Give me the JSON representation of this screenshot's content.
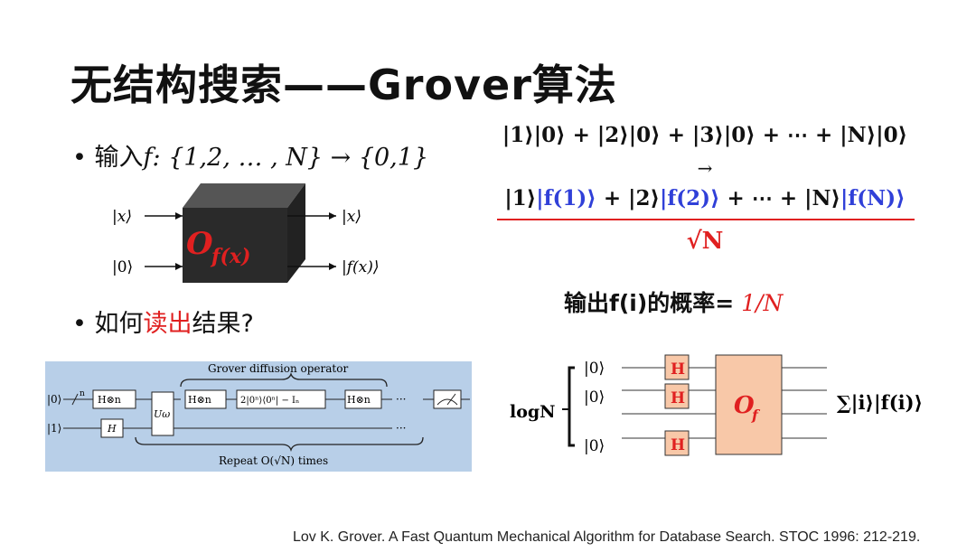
{
  "slide": {
    "title": "无结构搜索——Grover算法",
    "bullet1": {
      "text": "输入",
      "math": "f: {1,2, … , N}  → {0,1}"
    },
    "bullet2": {
      "prefix": "如何",
      "highlight": "读出",
      "suffix": "结果?"
    },
    "oracle_box": {
      "label": "O",
      "sub": "f(x)",
      "in_top": "|x⟩",
      "in_bottom": "|0⟩",
      "out_top": "|x⟩",
      "out_bottom": "|f(x)⟩"
    },
    "formula": {
      "line1": "|1⟩|0⟩ + |2⟩|0⟩ + |3⟩|0⟩ + ⋯ + |N⟩|0⟩",
      "arrow": "→",
      "line2_parts": [
        "|1⟩",
        "|f(1)⟩",
        " + |2⟩",
        "|f(2)⟩",
        " + ⋯ + |N⟩",
        "|f(N)⟩"
      ],
      "denominator": "√N"
    },
    "probability": {
      "label": "输出f(i)的概率=",
      "value": " 1/N"
    },
    "circuit_left": {
      "heading": "Grover diffusion operator",
      "footer": "Repeat O(√N) times",
      "q0": "|0⟩",
      "q1": "|1⟩",
      "n_label": "n",
      "gates": [
        "H⊗n",
        "H",
        "Uω",
        "H⊗n",
        "2|0ⁿ⟩⟨0ⁿ| − Iₙ",
        "H⊗n"
      ],
      "dots": "···"
    },
    "circuit_right": {
      "register_label": "logN",
      "inputs": [
        "|0⟩",
        "|0⟩",
        "|0⟩"
      ],
      "gate_h": "H",
      "oracle": "O",
      "oracle_sub": "f",
      "output": "∑|i⟩|f(i)⟩"
    },
    "reference": "Lov K. Grover. A Fast Quantum Mechanical Algorithm for Database Search. STOC 1996: 212-219."
  },
  "colors": {
    "red": "#e02020",
    "blue": "#3040d8",
    "oracle_fill": "#f8c8a8",
    "h_fill": "#f8c8a8",
    "panel": "#b8cfe8"
  }
}
